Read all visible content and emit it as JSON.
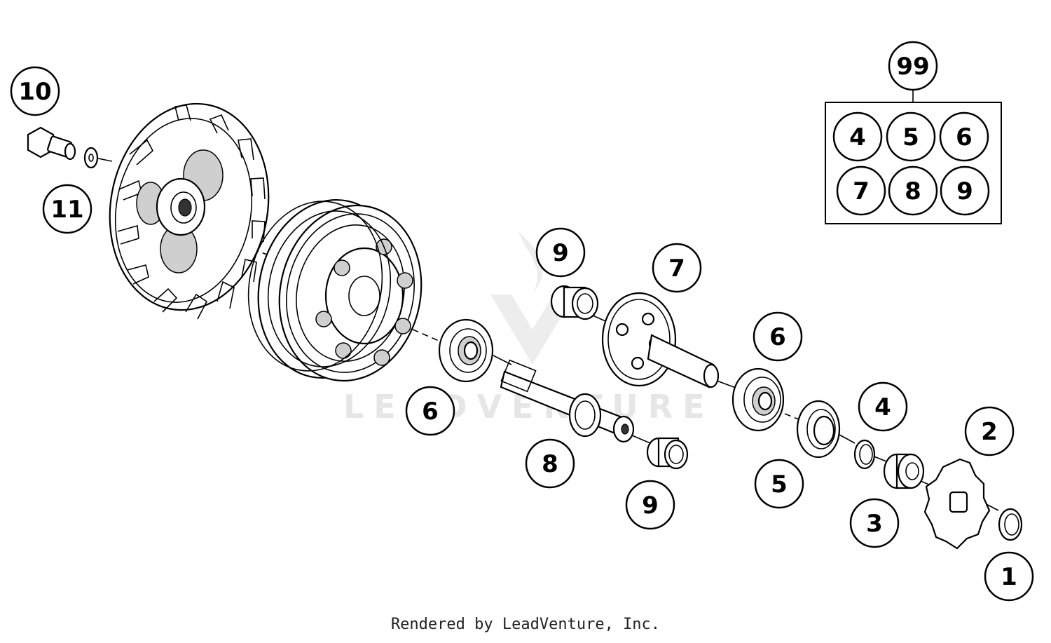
{
  "watermark": "LEADVENTURE",
  "footer": "Rendered by LeadVenture, Inc.",
  "callouts": [
    {
      "id": "c10",
      "label": "10"
    },
    {
      "id": "c11",
      "label": "11"
    },
    {
      "id": "c99",
      "label": "99"
    },
    {
      "id": "k4",
      "label": "4"
    },
    {
      "id": "k5",
      "label": "5"
    },
    {
      "id": "k6",
      "label": "6"
    },
    {
      "id": "k7",
      "label": "7"
    },
    {
      "id": "k8",
      "label": "8"
    },
    {
      "id": "k9",
      "label": "9"
    },
    {
      "id": "c9a",
      "label": "9"
    },
    {
      "id": "c7",
      "label": "7"
    },
    {
      "id": "c6a",
      "label": "6"
    },
    {
      "id": "c6b",
      "label": "6"
    },
    {
      "id": "c8",
      "label": "8"
    },
    {
      "id": "c9b",
      "label": "9"
    },
    {
      "id": "c4",
      "label": "4"
    },
    {
      "id": "c2",
      "label": "2"
    },
    {
      "id": "c5",
      "label": "5"
    },
    {
      "id": "c3",
      "label": "3"
    },
    {
      "id": "c1",
      "label": "1"
    }
  ]
}
